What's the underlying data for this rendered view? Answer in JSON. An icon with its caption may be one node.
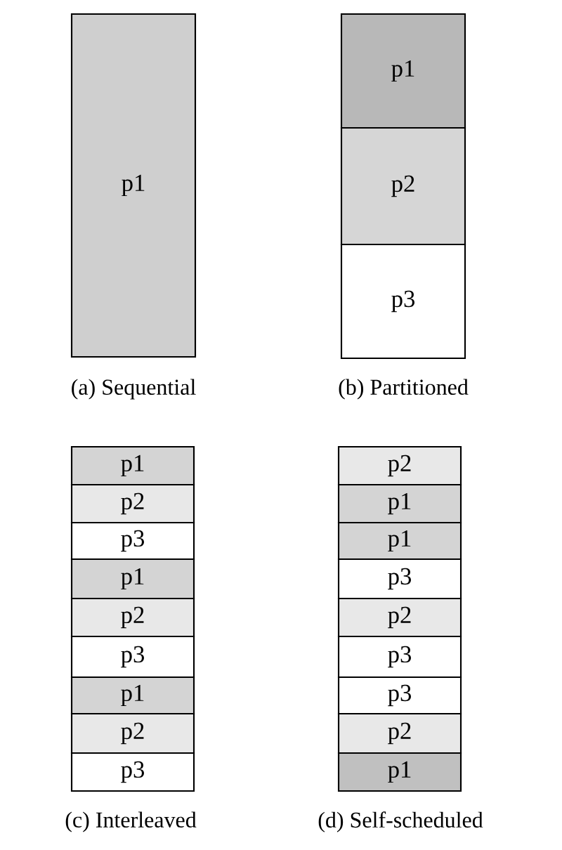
{
  "diagram": {
    "nodes": [
      {
        "text": [
          "p1"
        ]
      },
      {
        "text": [
          "p1"
        ]
      },
      {
        "text": [
          "p2"
        ]
      },
      {
        "text": [
          "p3"
        ]
      },
      {
        "text": [
          "p1"
        ]
      },
      {
        "text": [
          "p2"
        ]
      },
      {
        "text": [
          "p3"
        ]
      },
      {
        "text": [
          "p1"
        ]
      },
      {
        "text": [
          "p2"
        ]
      },
      {
        "text": [
          "p3"
        ]
      },
      {
        "text": [
          "p1"
        ]
      },
      {
        "text": [
          "p2"
        ]
      },
      {
        "text": [
          "p3"
        ]
      },
      {
        "text": [
          "p2"
        ]
      },
      {
        "text": [
          "p1"
        ]
      },
      {
        "text": [
          "p1"
        ]
      },
      {
        "text": [
          "p3"
        ]
      },
      {
        "text": [
          "p2"
        ]
      },
      {
        "text": [
          "p3"
        ]
      },
      {
        "text": [
          "p3"
        ]
      },
      {
        "text": [
          "p2"
        ]
      },
      {
        "text": [
          "p1"
        ]
      }
    ],
    "labels": [
      "(a) Sequential",
      "(b) Partitioned",
      "(c) Interleaved",
      "(d) Self-scheduled"
    ]
  }
}
